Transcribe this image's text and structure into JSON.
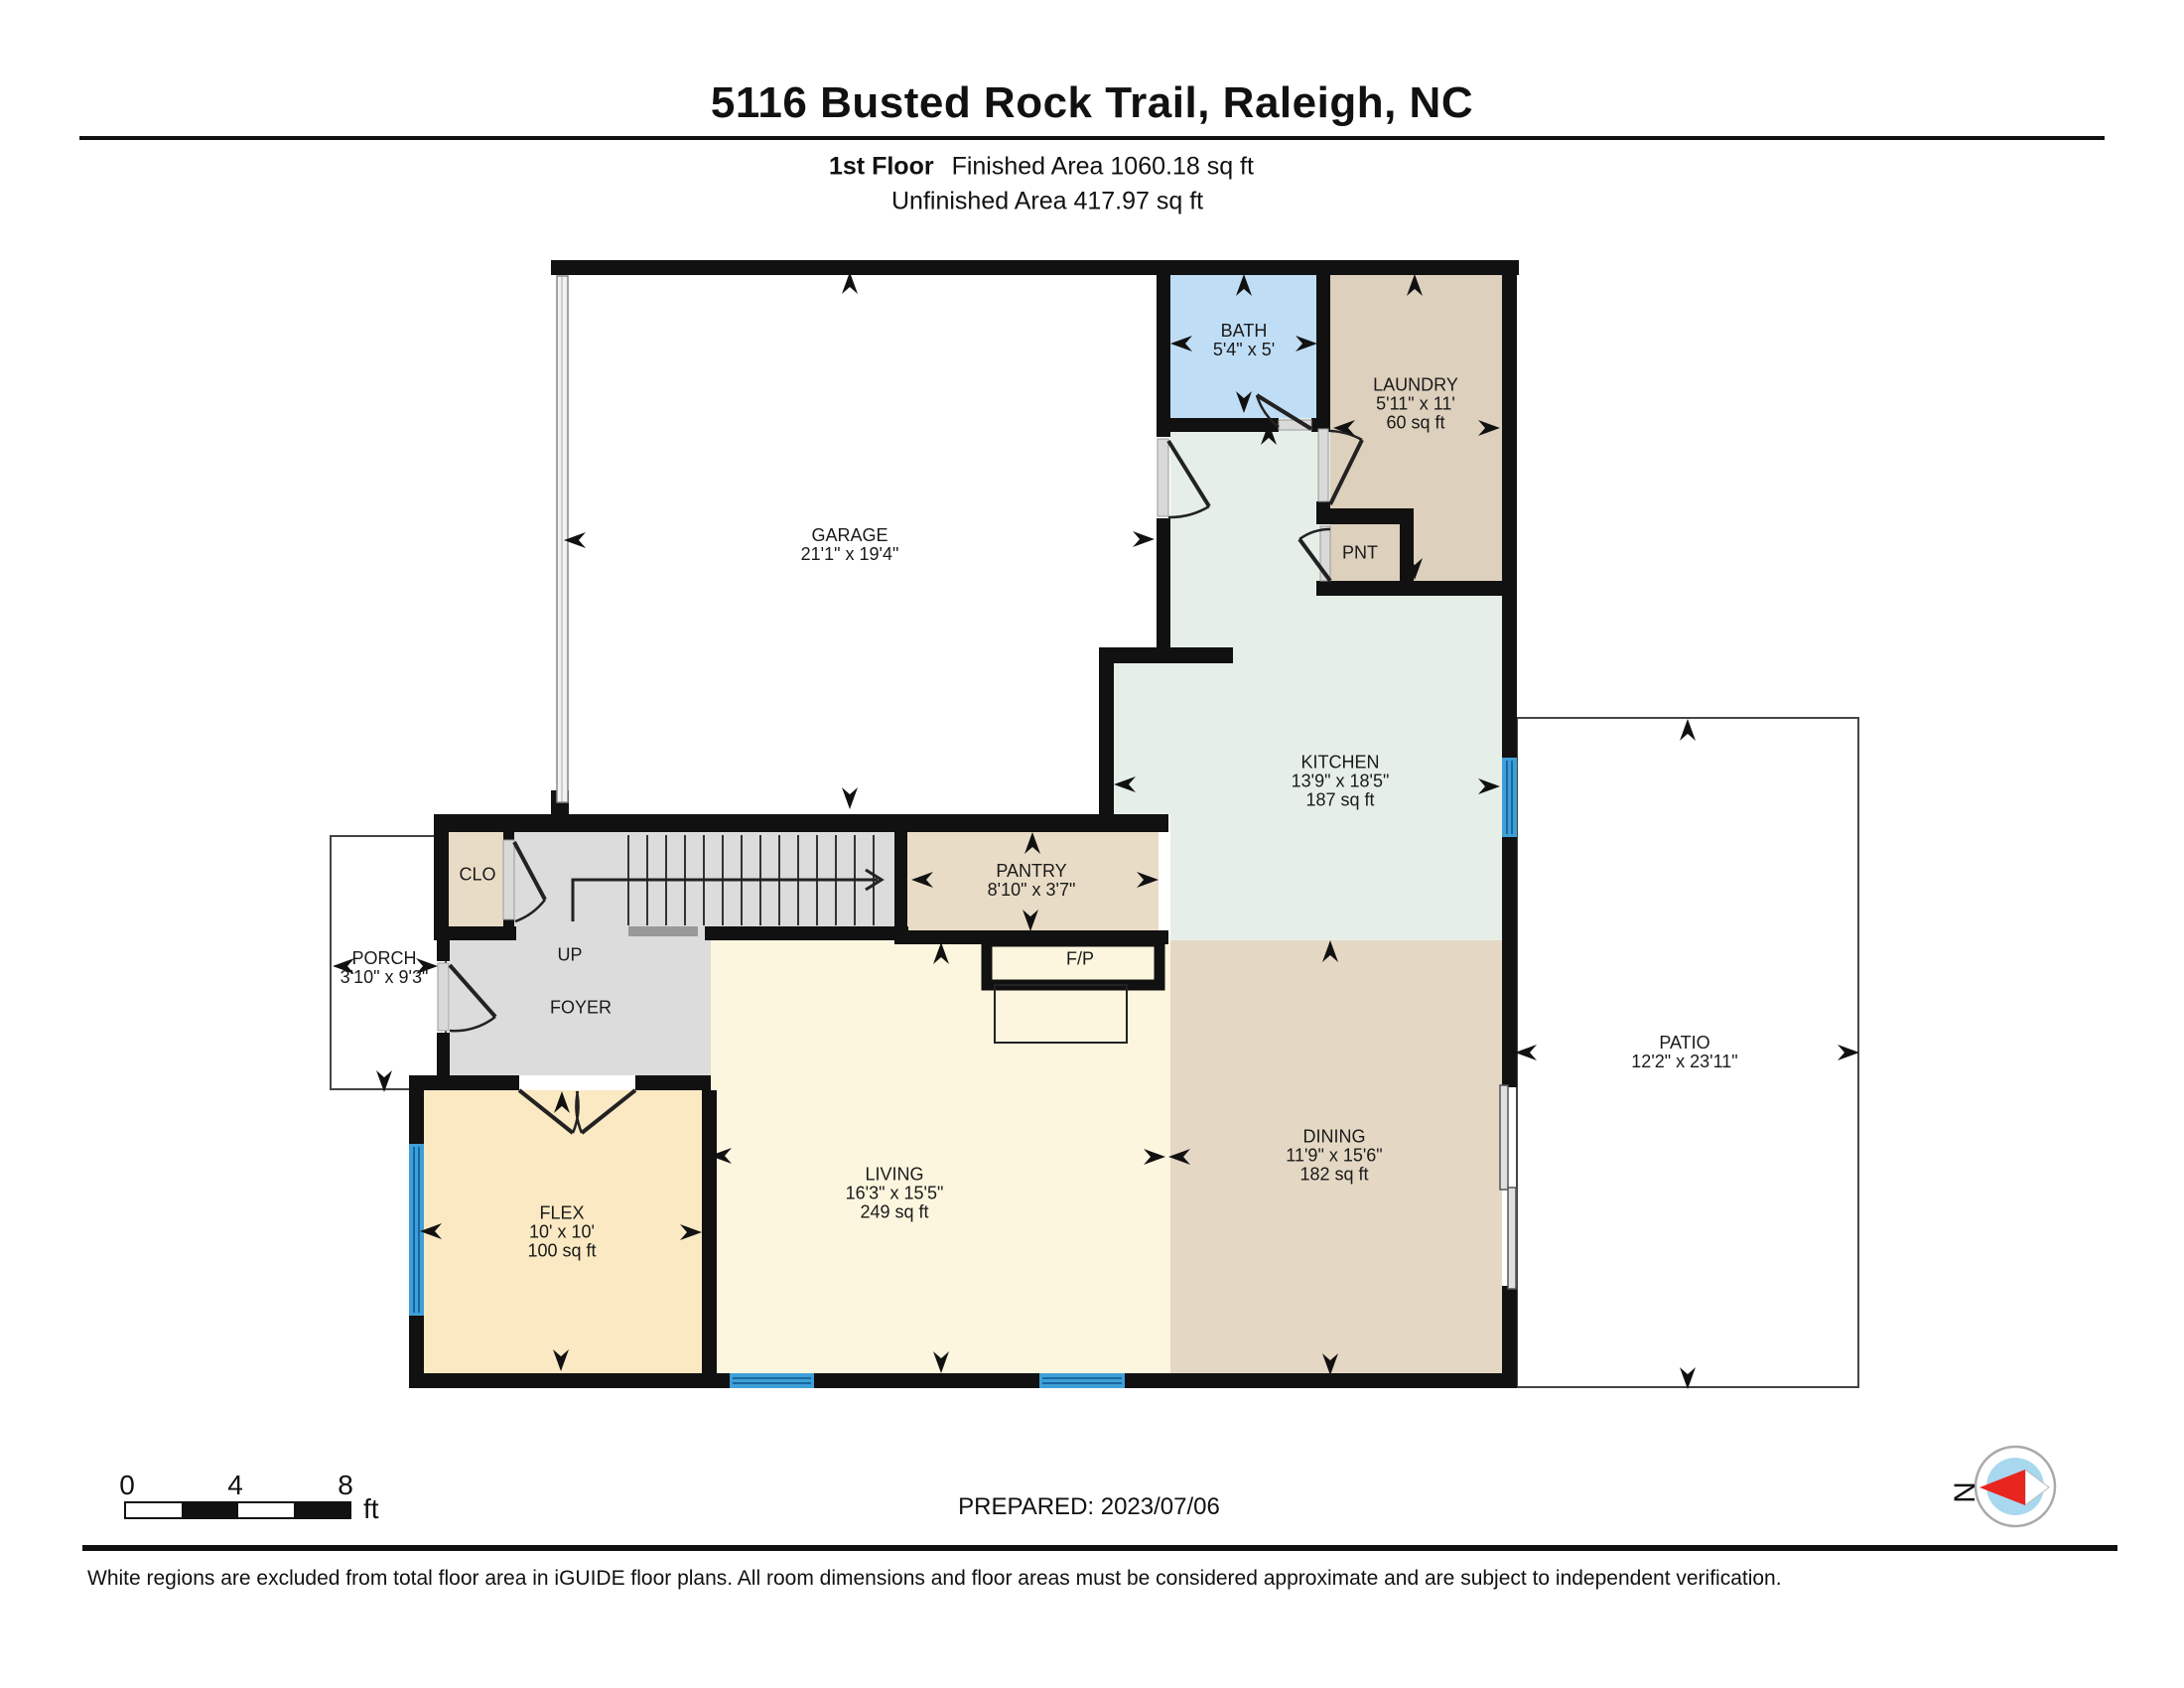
{
  "header": {
    "title": "5116 Busted Rock Trail, Raleigh, NC",
    "floor_label": "1st Floor",
    "finished": "Finished Area 1060.18 sq ft",
    "unfinished": "Unfinished Area 417.97 sq ft"
  },
  "rooms": {
    "garage": {
      "name": "GARAGE",
      "dims": "21'1\" x 19'4\""
    },
    "bath": {
      "name": "BATH",
      "dims": "5'4\" x 5'"
    },
    "laundry": {
      "name": "LAUNDRY",
      "dims": "5'11\" x 11'",
      "area": "60 sq ft"
    },
    "pnt": {
      "name": "PNT"
    },
    "kitchen": {
      "name": "KITCHEN",
      "dims": "13'9\" x 18'5\"",
      "area": "187 sq ft"
    },
    "clo": {
      "name": "CLO"
    },
    "pantry": {
      "name": "PANTRY",
      "dims": "8'10\" x 3'7\""
    },
    "porch": {
      "name": "PORCH",
      "dims": "3'10\" x 9'3\""
    },
    "up": {
      "name": "UP"
    },
    "foyer": {
      "name": "FOYER"
    },
    "fp": {
      "name": "F/P"
    },
    "flex": {
      "name": "FLEX",
      "dims": "10' x 10'",
      "area": "100 sq ft"
    },
    "living": {
      "name": "LIVING",
      "dims": "16'3\" x 15'5\"",
      "area": "249 sq ft"
    },
    "dining": {
      "name": "DINING",
      "dims": "11'9\" x 15'6\"",
      "area": "182 sq ft"
    },
    "patio": {
      "name": "PATIO",
      "dims": "12'2\" x 23'11\""
    }
  },
  "footer": {
    "scale_ticks": [
      "0",
      "4",
      "8"
    ],
    "scale_unit": "ft",
    "prepared": "PREPARED: 2023/07/06",
    "compass_label": "N",
    "disclaimer": "White regions are excluded from total floor area in iGUIDE floor plans. All room dimensions and floor areas must be considered approximate and are subject to independent verification."
  },
  "colors": {
    "wall": "#111111",
    "bath": "#bfddf5",
    "laundry": "#ddd0bc",
    "pantry_tan": "#e9dcc6",
    "kitchen": "#e5efe7",
    "dining": "#e4d8c4",
    "living": "#fdf6df",
    "flex": "#fae9c2",
    "hall_gray": "#dcdcdc",
    "window_blue": "#3f9fd8",
    "compass_blue": "#a8d8f0",
    "accent_red": "#e8251f"
  }
}
